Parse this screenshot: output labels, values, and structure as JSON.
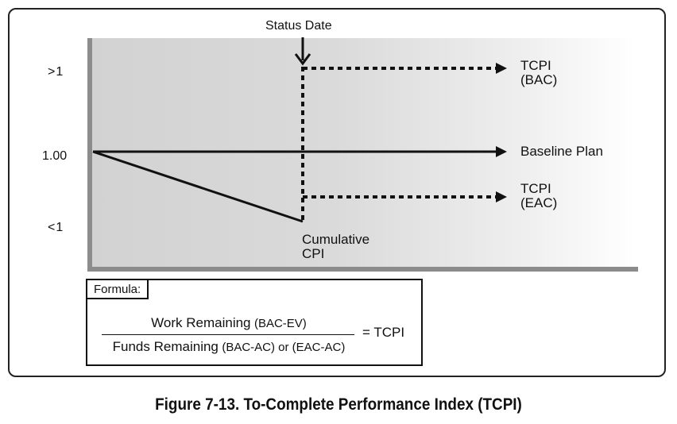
{
  "diagram": {
    "status_date_label": "Status Date",
    "y_labels": {
      "greater": ">1",
      "one": "1.00",
      "less": "<1"
    },
    "lines": {
      "tcpi_bac": "TCPI\n(BAC)",
      "baseline": "Baseline Plan",
      "tcpi_eac": "TCPI\n(EAC)",
      "cumulative_cpi": "Cumulative\nCPI"
    }
  },
  "formula": {
    "tag": "Formula:",
    "numerator_main": "Work Remaining",
    "numerator_note": "(BAC-EV)",
    "denominator_main": "Funds Remaining",
    "denominator_note": "(BAC-AC) or (EAC-AC)",
    "result": "= TCPI"
  },
  "caption": "Figure 7-13. To-Complete Performance Index (TCPI)"
}
